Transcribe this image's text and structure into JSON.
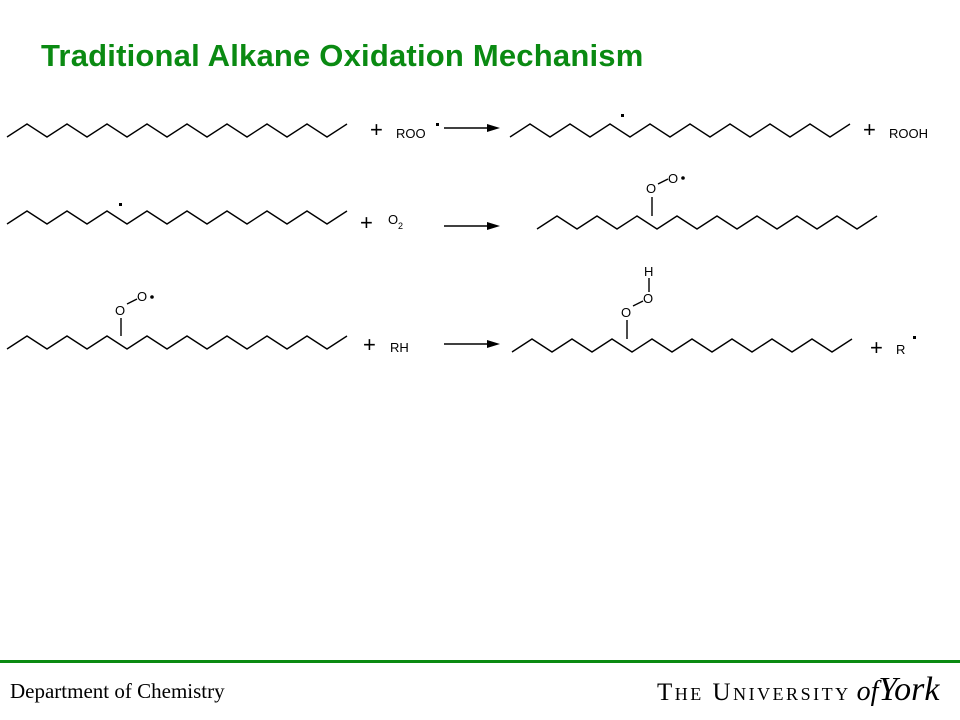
{
  "slide": {
    "title": "Traditional Alkane Oxidation Mechanism",
    "title_color": "#0a8a12"
  },
  "reactions": [
    {
      "plus1": "+",
      "reagent": "ROO",
      "plus2": "+",
      "product2": "ROOH"
    },
    {
      "plus1": "+",
      "reagent_main": "O",
      "reagent_sub": "2",
      "peroxy_o1": "O",
      "peroxy_o2": "O"
    },
    {
      "reactant_o1": "O",
      "reactant_o2": "O",
      "plus1": "+",
      "reagent": "RH",
      "product_o1": "O",
      "product_o2": "O",
      "product_h": "H",
      "plus2": "+",
      "product2": "R"
    }
  ],
  "footer": {
    "department": "Department of Chemistry",
    "university_prefix": "The University",
    "university_of": "of",
    "university_name": "York",
    "rule_color": "#0a8a12"
  }
}
